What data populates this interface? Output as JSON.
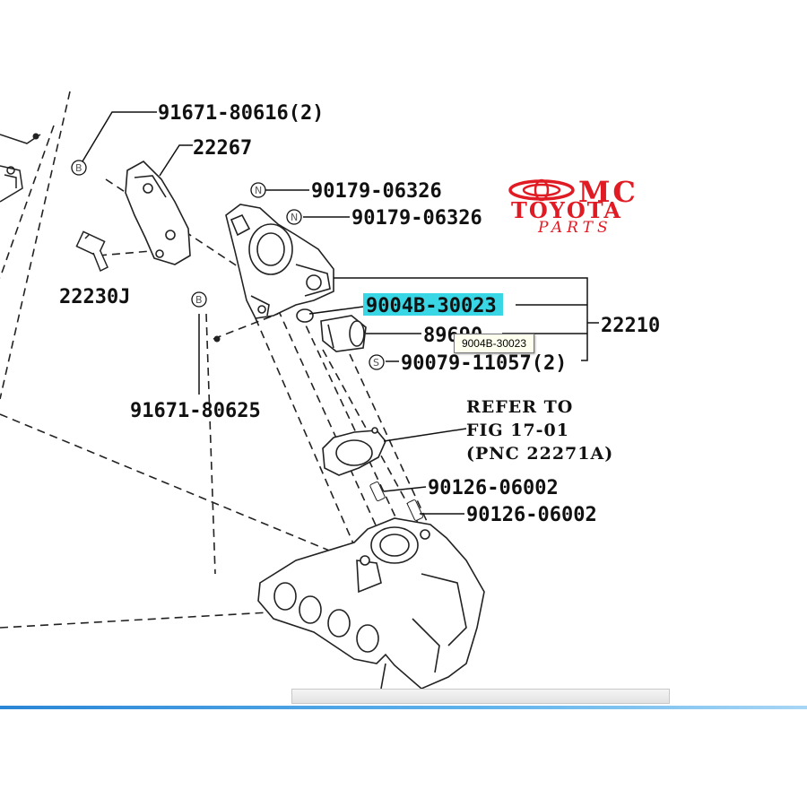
{
  "labels": {
    "p_91671_80616": "91671-80616(2)",
    "p_22267": "22267",
    "p_90179_a": "90179-06326",
    "p_90179_b": "90179-06326",
    "p_22230j": "22230J",
    "p_9004b": "9004B-30023",
    "p_89690": "89690",
    "p_22210": "22210",
    "p_90079": "90079-11057(2)",
    "p_91671_80625": "91671-80625",
    "p_90126_a": "90126-06002",
    "p_90126_b": "90126-06002"
  },
  "refer": {
    "line1": "REFER TO",
    "line2": "FIG 17-01",
    "line3": "(PNC 22271A)"
  },
  "callouts": {
    "b1": "B",
    "b2": "B",
    "n1": "N",
    "n2": "N",
    "s1": "S"
  },
  "logo": {
    "line1": "MC",
    "line2": "TOYOTA",
    "line3": "PARTS",
    "color": "#e01b24"
  },
  "tooltip": {
    "text": "9004B-30023"
  },
  "highlight_color": "#39d7e6"
}
